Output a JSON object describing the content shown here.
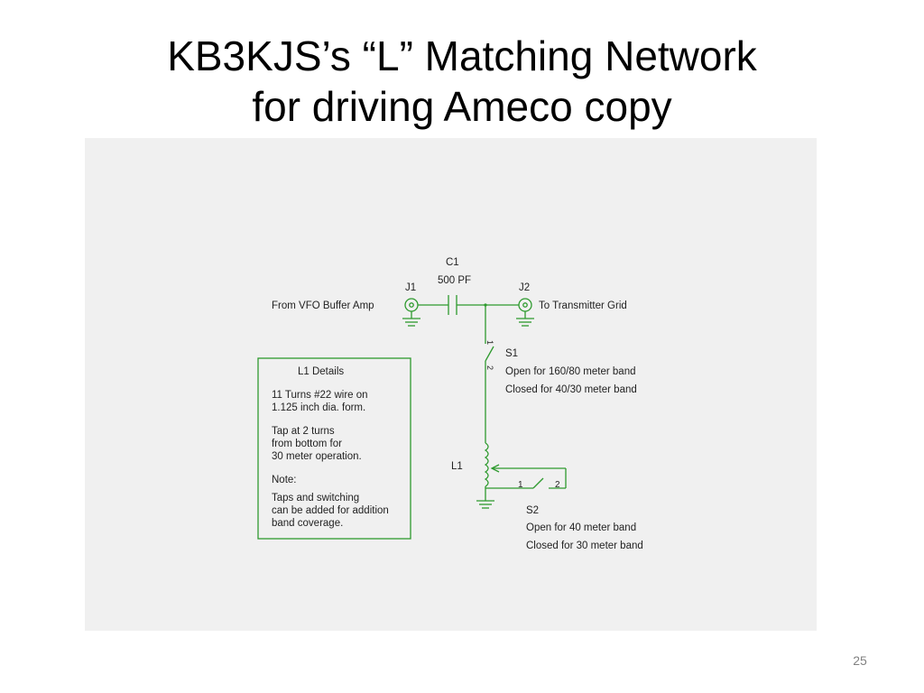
{
  "slide": {
    "title_line1": "KB3KJS’s “L” Matching Network",
    "title_line2": "for driving Ameco copy",
    "page_number": "25"
  },
  "colors": {
    "wire": "#2e9a2e",
    "panel": "#f0f0f0",
    "text": "#222222"
  },
  "schematic": {
    "c1": {
      "ref": "C1",
      "value": "500 PF"
    },
    "j1": {
      "ref": "J1",
      "label": "From VFO Buffer Amp",
      "icon": "coax-connector-icon"
    },
    "j2": {
      "ref": "J2",
      "label": "To Transmitter Grid",
      "icon": "coax-connector-icon"
    },
    "s1": {
      "ref": "S1",
      "pin1": "1",
      "pin2": "2",
      "line1": "Open for 160/80 meter band",
      "line2": "Closed for 40/30 meter band"
    },
    "l1": {
      "ref": "L1"
    },
    "s2": {
      "ref": "S2",
      "pin1": "1",
      "pin2": "2",
      "line1": "Open for 40 meter band",
      "line2": "Closed for 30 meter band"
    },
    "details": {
      "heading": "L1 Details",
      "lines": [
        "11 Turns #22 wire on",
        "1.125 inch dia. form.",
        "Tap at 2 turns",
        "from bottom for",
        "30 meter operation.",
        "Note:",
        "Taps and switching",
        "can be added for addition",
        "band coverage."
      ]
    }
  }
}
